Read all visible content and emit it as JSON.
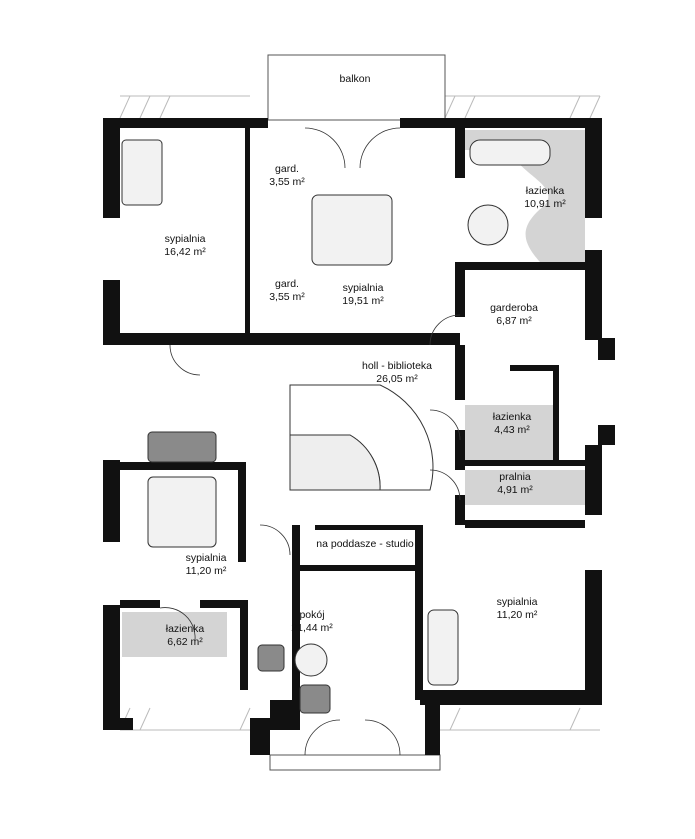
{
  "colors": {
    "wall": "#111111",
    "wet_room": "#d4d4d4",
    "furniture": "#8a8a8a"
  },
  "rooms": [
    {
      "name": "balkon",
      "area": ""
    },
    {
      "name": "gard.",
      "area": "3,55 m²"
    },
    {
      "name": "gard.",
      "area": "3,55 m²"
    },
    {
      "name": "łazienka",
      "area": "10,91 m²"
    },
    {
      "name": "sypialnia",
      "area": "16,42 m²"
    },
    {
      "name": "sypialnia",
      "area": "19,51 m²"
    },
    {
      "name": "garderoba",
      "area": "6,87 m²"
    },
    {
      "name": "holl - biblioteka",
      "area": "26,05 m²"
    },
    {
      "name": "łazienka",
      "area": "4,43 m²"
    },
    {
      "name": "pralnia",
      "area": "4,91 m²"
    },
    {
      "name": "na poddasze - studio",
      "area": ""
    },
    {
      "name": "sypialnia",
      "area": "11,20 m²"
    },
    {
      "name": "sypialnia",
      "area": "11,20 m²"
    },
    {
      "name": "łazienka",
      "area": "6,62 m²"
    },
    {
      "name": "pokój",
      "area": "21,44 m²"
    }
  ]
}
